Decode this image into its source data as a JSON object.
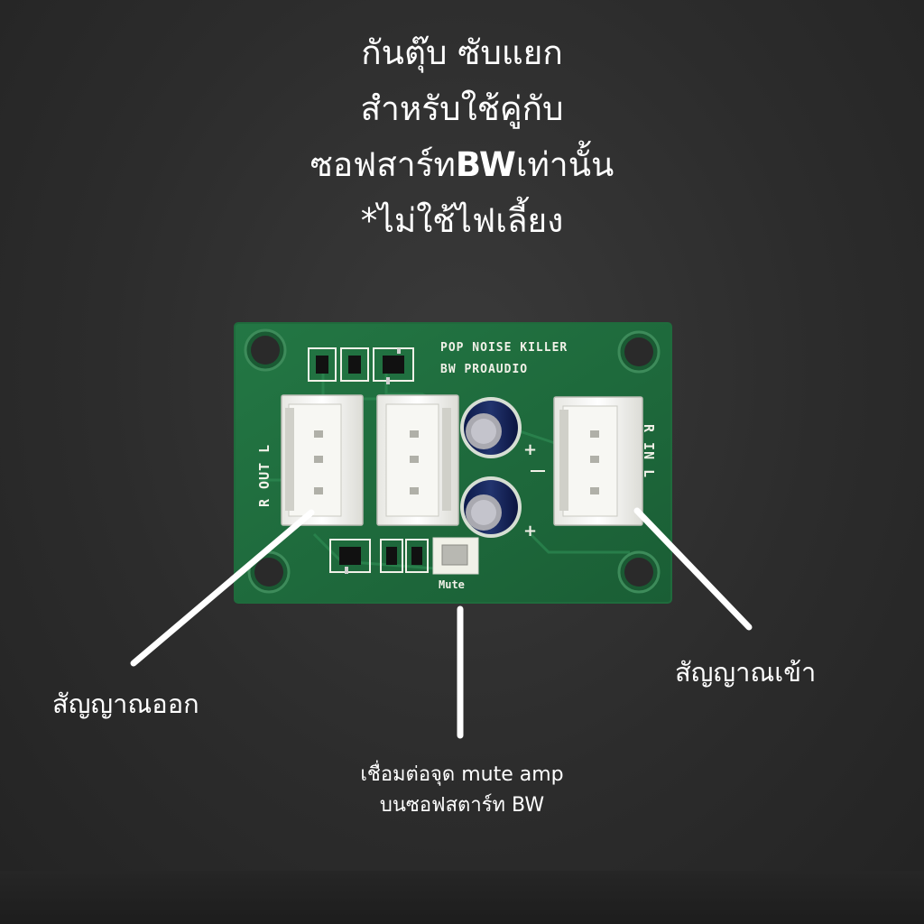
{
  "headline": {
    "line1": "กันตุ๊บ ซับแยก",
    "line2": "สำหรับใช้คู่กับ",
    "line3_prefix": "ซอฟสาร์ท",
    "line3_bold": "BW",
    "line3_suffix": "เท่านั้น",
    "line4": "*ไม่ใช้ไฟเลี้ยง"
  },
  "board": {
    "title": "POP NOISE KILLER",
    "brand": "BW PROAUDIO",
    "out_label": "R OUT L",
    "in_label": "R IN L",
    "mute_label": "Mute",
    "pcb_color": "#1f6b3c"
  },
  "callouts": {
    "out": "สัญญาณออก",
    "in": "สัญญาณเข้า",
    "mute_line1": "เชื่อมต่อจุด  mute amp",
    "mute_line2": "บนซอฟสตาร์ท BW"
  }
}
